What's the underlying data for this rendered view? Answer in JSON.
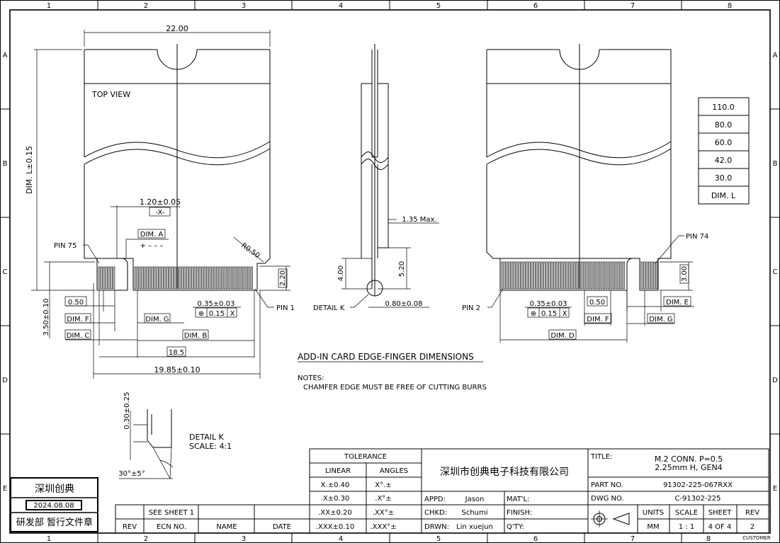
{
  "frame": {
    "col_labels": [
      "1",
      "2",
      "3",
      "4",
      "5",
      "6",
      "7",
      "8"
    ],
    "row_labels": [
      "A",
      "B",
      "C",
      "D",
      "E"
    ]
  },
  "top_view": {
    "label": "TOP VIEW",
    "width_dim": "22.00",
    "length_dim": "DIM. L±0.15",
    "pin75": "PIN 75",
    "pin1": "PIN 1",
    "radius": "R0.50",
    "tol_x": "1.20±0.05",
    "datum_x": "-X-",
    "dim_a": "DIM. A",
    "dim_a_sym": "+ – – –",
    "d050": "0.50",
    "dim_f": "DIM. F",
    "dim_c": "DIM. C",
    "dim_g": "DIM. G",
    "dim_b": "DIM. B",
    "d185": "18.5",
    "d1985": "19.85±0.10",
    "d350": "3.50±0.10",
    "d220": "2.20",
    "pin_w": "0.35±0.03",
    "fcf_sym": "⊕",
    "fcf_tol": "0.15",
    "fcf_datum": "X"
  },
  "side_view": {
    "thick": "1.35 Max.",
    "h400": "4.00",
    "h520": "5.20",
    "d080": "0.80±0.08",
    "detail_k": "DETAIL K"
  },
  "bottom_view": {
    "pin74": "PIN 74",
    "pin2": "PIN 2",
    "d300": "3.00",
    "pin_w": "0.35±0.03",
    "fcf_sym": "⊕",
    "fcf_tol": "0.15",
    "fcf_datum": "X",
    "d050": "0.50",
    "dim_e": "DIM. E",
    "dim_f": "DIM. F",
    "dim_g": "DIM. G",
    "dim_d": "DIM. D"
  },
  "dim_l_table": {
    "values": [
      "110.0",
      "80.0",
      "60.0",
      "42.0",
      "30.0"
    ],
    "header": "DIM. L"
  },
  "notes": {
    "title": "ADD-IN CARD EDGE-FINGER DIMENSIONS",
    "notes_label": "NOTES:",
    "note1": "CHAMFER EDGE MUST BE FREE OF CUTTING BURRS"
  },
  "detail_k": {
    "title": "DETAIL K",
    "scale": "SCALE: 4:1",
    "chamfer": "0.30±0.25",
    "angle": "30°±5°"
  },
  "stamp": {
    "company": "深圳创典",
    "date": "2024.08.08",
    "text": "研发部 暂行文件章"
  },
  "revision_block": {
    "see_sheet": "SEE SHEET 1",
    "headers": [
      "REV",
      "ECN NO.",
      "NAME",
      "DATE"
    ]
  },
  "tolerance": {
    "title": "TOLERANCE",
    "col_linear": "LINEAR",
    "col_angles": "ANGLES",
    "rows": [
      {
        "linear": "X.±0.40",
        "angle": "X°.±"
      },
      {
        "linear": ".X±0.30",
        "angle": ".X°±"
      },
      {
        "linear": ".XX±0.20",
        "angle": ".XX°±"
      },
      {
        "linear": ".XXX±0.10",
        "angle": ".XXX°±"
      }
    ]
  },
  "company": {
    "name": "深圳市创典电子科技有限公司"
  },
  "approvals": [
    {
      "label": "APPD:",
      "name": "Jason",
      "field": "MAT'L:",
      "value": ""
    },
    {
      "label": "CHKD:",
      "name": "Schumi",
      "field": "FINISH:",
      "value": ""
    },
    {
      "label": "DRWN:",
      "name": "Lin xuejun",
      "field": "Q'TY:",
      "value": ""
    }
  ],
  "title_block": {
    "title_label": "TITLE:",
    "title_line1": "M.2 CONN. P=0.5",
    "title_line2": "2.25mm H, GEN4",
    "part_label": "PART NO.",
    "part_no": "91302-225-067RXX",
    "dwg_label": "DWG NO.",
    "dwg_no": "C-91302-225",
    "units_h": "UNITS",
    "scale_h": "SCALE",
    "sheet_h": "SHEET",
    "rev_h": "REV",
    "units": "MM",
    "scale": "1 : 1",
    "sheet": "4 OF 4",
    "rev": "2",
    "customer": "CUSTOMER"
  }
}
